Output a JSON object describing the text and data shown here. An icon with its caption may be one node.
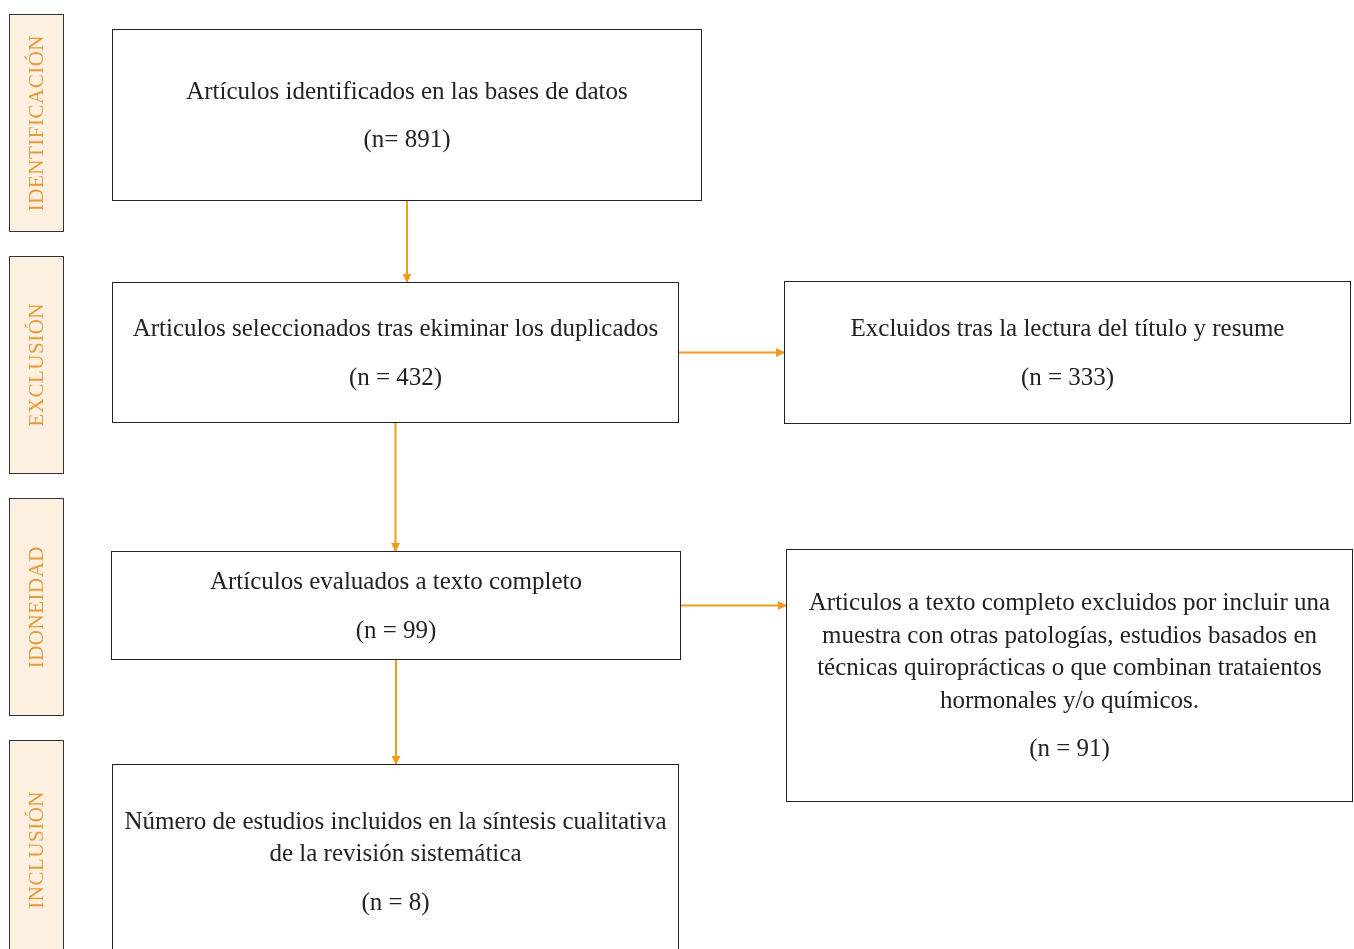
{
  "diagram": {
    "nodes": [
      {
        "text": [
          "IDENTIFICACIÓN"
        ]
      },
      {
        "text": [
          "Artículos identificados en las bases de datos",
          "(n= 891)"
        ]
      },
      {
        "text": [
          "EXCLUSIÓN"
        ]
      },
      {
        "text": [
          "Articulos seleccionados tras ekiminar los duplicados",
          "(n = 432)"
        ]
      },
      {
        "text": [
          "Excluidos tras la lectura del título y resume",
          "(n = 333)"
        ]
      },
      {
        "text": [
          "IDONEIDAD"
        ]
      },
      {
        "text": [
          "Artículos evaluados a texto completo",
          "(n = 99)"
        ]
      },
      {
        "text": [
          "Articulos a texto completo excluidos por incluir una muestra con otras patologías, estudios basados en técnicas quiroprácticas o que combinan trataientos hormonales y/o químicos.",
          "(n = 91)"
        ]
      },
      {
        "text": [
          "INCLUSIÓN"
        ]
      },
      {
        "text": [
          "Número de estudios incluidos en la síntesis cualitativa de la revisión sistemática",
          "(n = 8)"
        ]
      }
    ],
    "edges": [
      {
        "from": 1,
        "to": 3,
        "arrow": "to"
      },
      {
        "from": 3,
        "to": 4,
        "arrow": "to"
      },
      {
        "from": 3,
        "to": 6,
        "arrow": "to"
      },
      {
        "from": 6,
        "to": 7,
        "arrow": "to"
      },
      {
        "from": 6,
        "to": 9,
        "arrow": "to"
      }
    ]
  }
}
